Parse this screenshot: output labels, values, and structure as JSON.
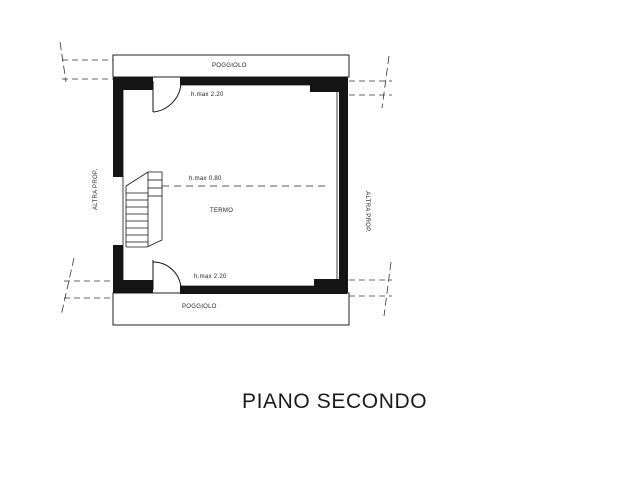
{
  "plan": {
    "title": "PIANO SECONDO",
    "balcony_top_label": "POGGIOLO",
    "balcony_bottom_label": "POGGIOLO",
    "height_top": "h.max 2.20",
    "height_middle": "h.max 0.80",
    "height_bottom": "h.max 2.20",
    "room_label": "TERMO",
    "left_side_label": "ALTRA PROP.",
    "right_side_label": "ALTRA PROP."
  },
  "colors": {
    "ink": "#111111",
    "wall_fill": "#141414",
    "background": "#ffffff"
  }
}
